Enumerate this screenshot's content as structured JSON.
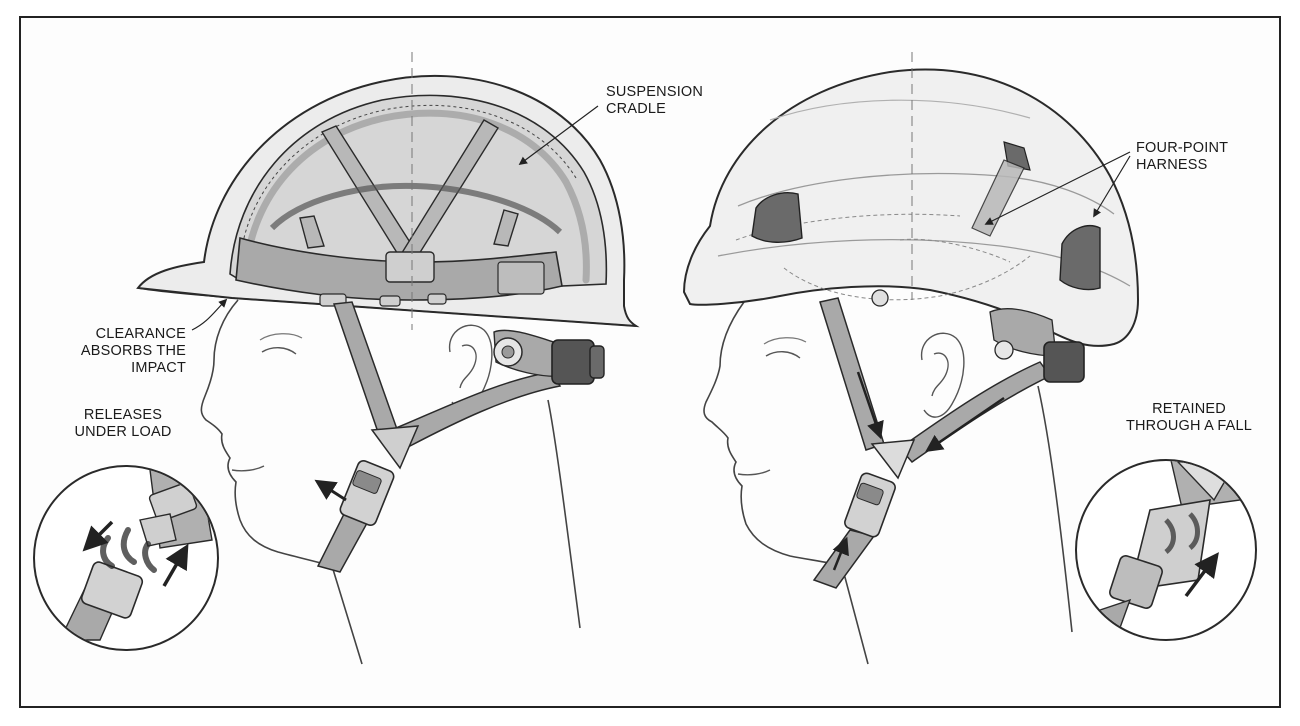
{
  "labels": {
    "suspension_cradle": [
      "SUSPENSION",
      "CRADLE"
    ],
    "clearance": [
      "CLEARANCE",
      "ABSORBS THE",
      "IMPACT"
    ],
    "releases": [
      "RELEASES",
      "UNDER LOAD"
    ],
    "four_point": [
      "FOUR-POINT",
      "HARNESS"
    ],
    "retained": [
      "RETAINED",
      "THROUGH A FALL"
    ]
  },
  "colors": {
    "line": "#2a2a2a",
    "shell_fill": "#ececec",
    "shell_inner": "#d6d6d6",
    "strap": "#a9a9a9",
    "dark_part": "#555555",
    "skin": "#ffffff"
  }
}
